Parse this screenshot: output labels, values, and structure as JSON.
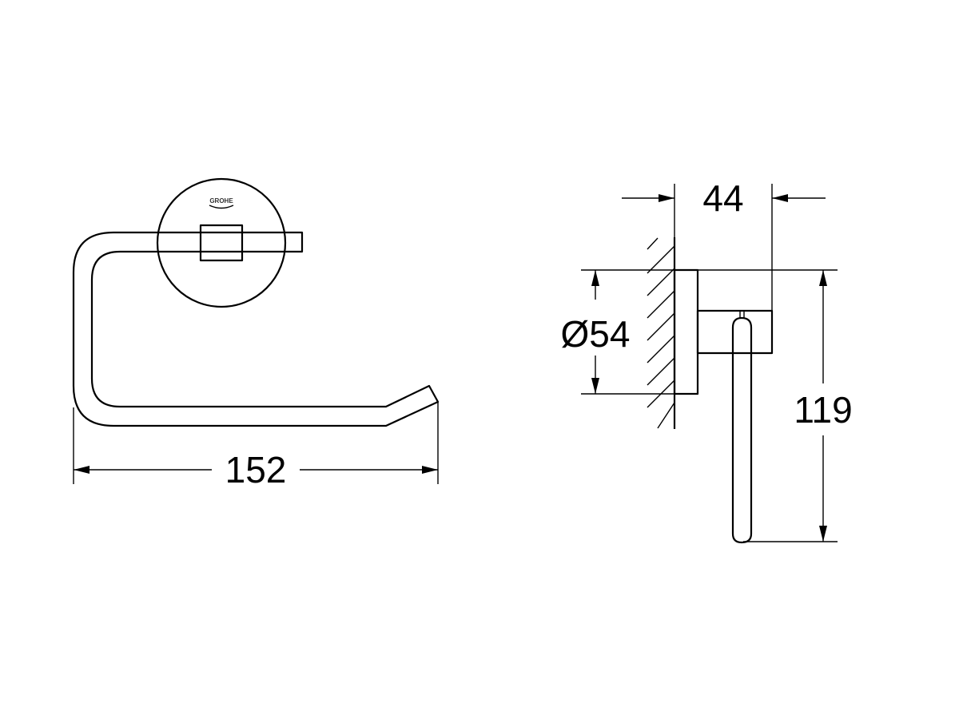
{
  "front_view": {
    "logo_text": "GROHE",
    "width_dimension": "152"
  },
  "side_view": {
    "depth_dimension": "44",
    "rosette_diameter_dimension": "Ø54",
    "height_dimension": "119"
  },
  "colors": {
    "line": "#000000",
    "background": "#ffffff"
  }
}
